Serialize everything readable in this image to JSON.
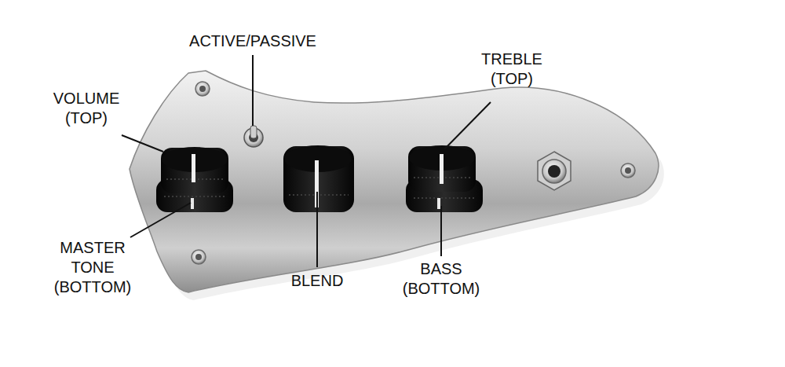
{
  "diagram": {
    "labels": [
      "ACTIVE/PASSIVE",
      "TREBLE (TOP)",
      "VOLUME (TOP)",
      "MASTER TONE (BOTTOM)",
      "BLEND",
      "BASS (BOTTOM)"
    ]
  }
}
